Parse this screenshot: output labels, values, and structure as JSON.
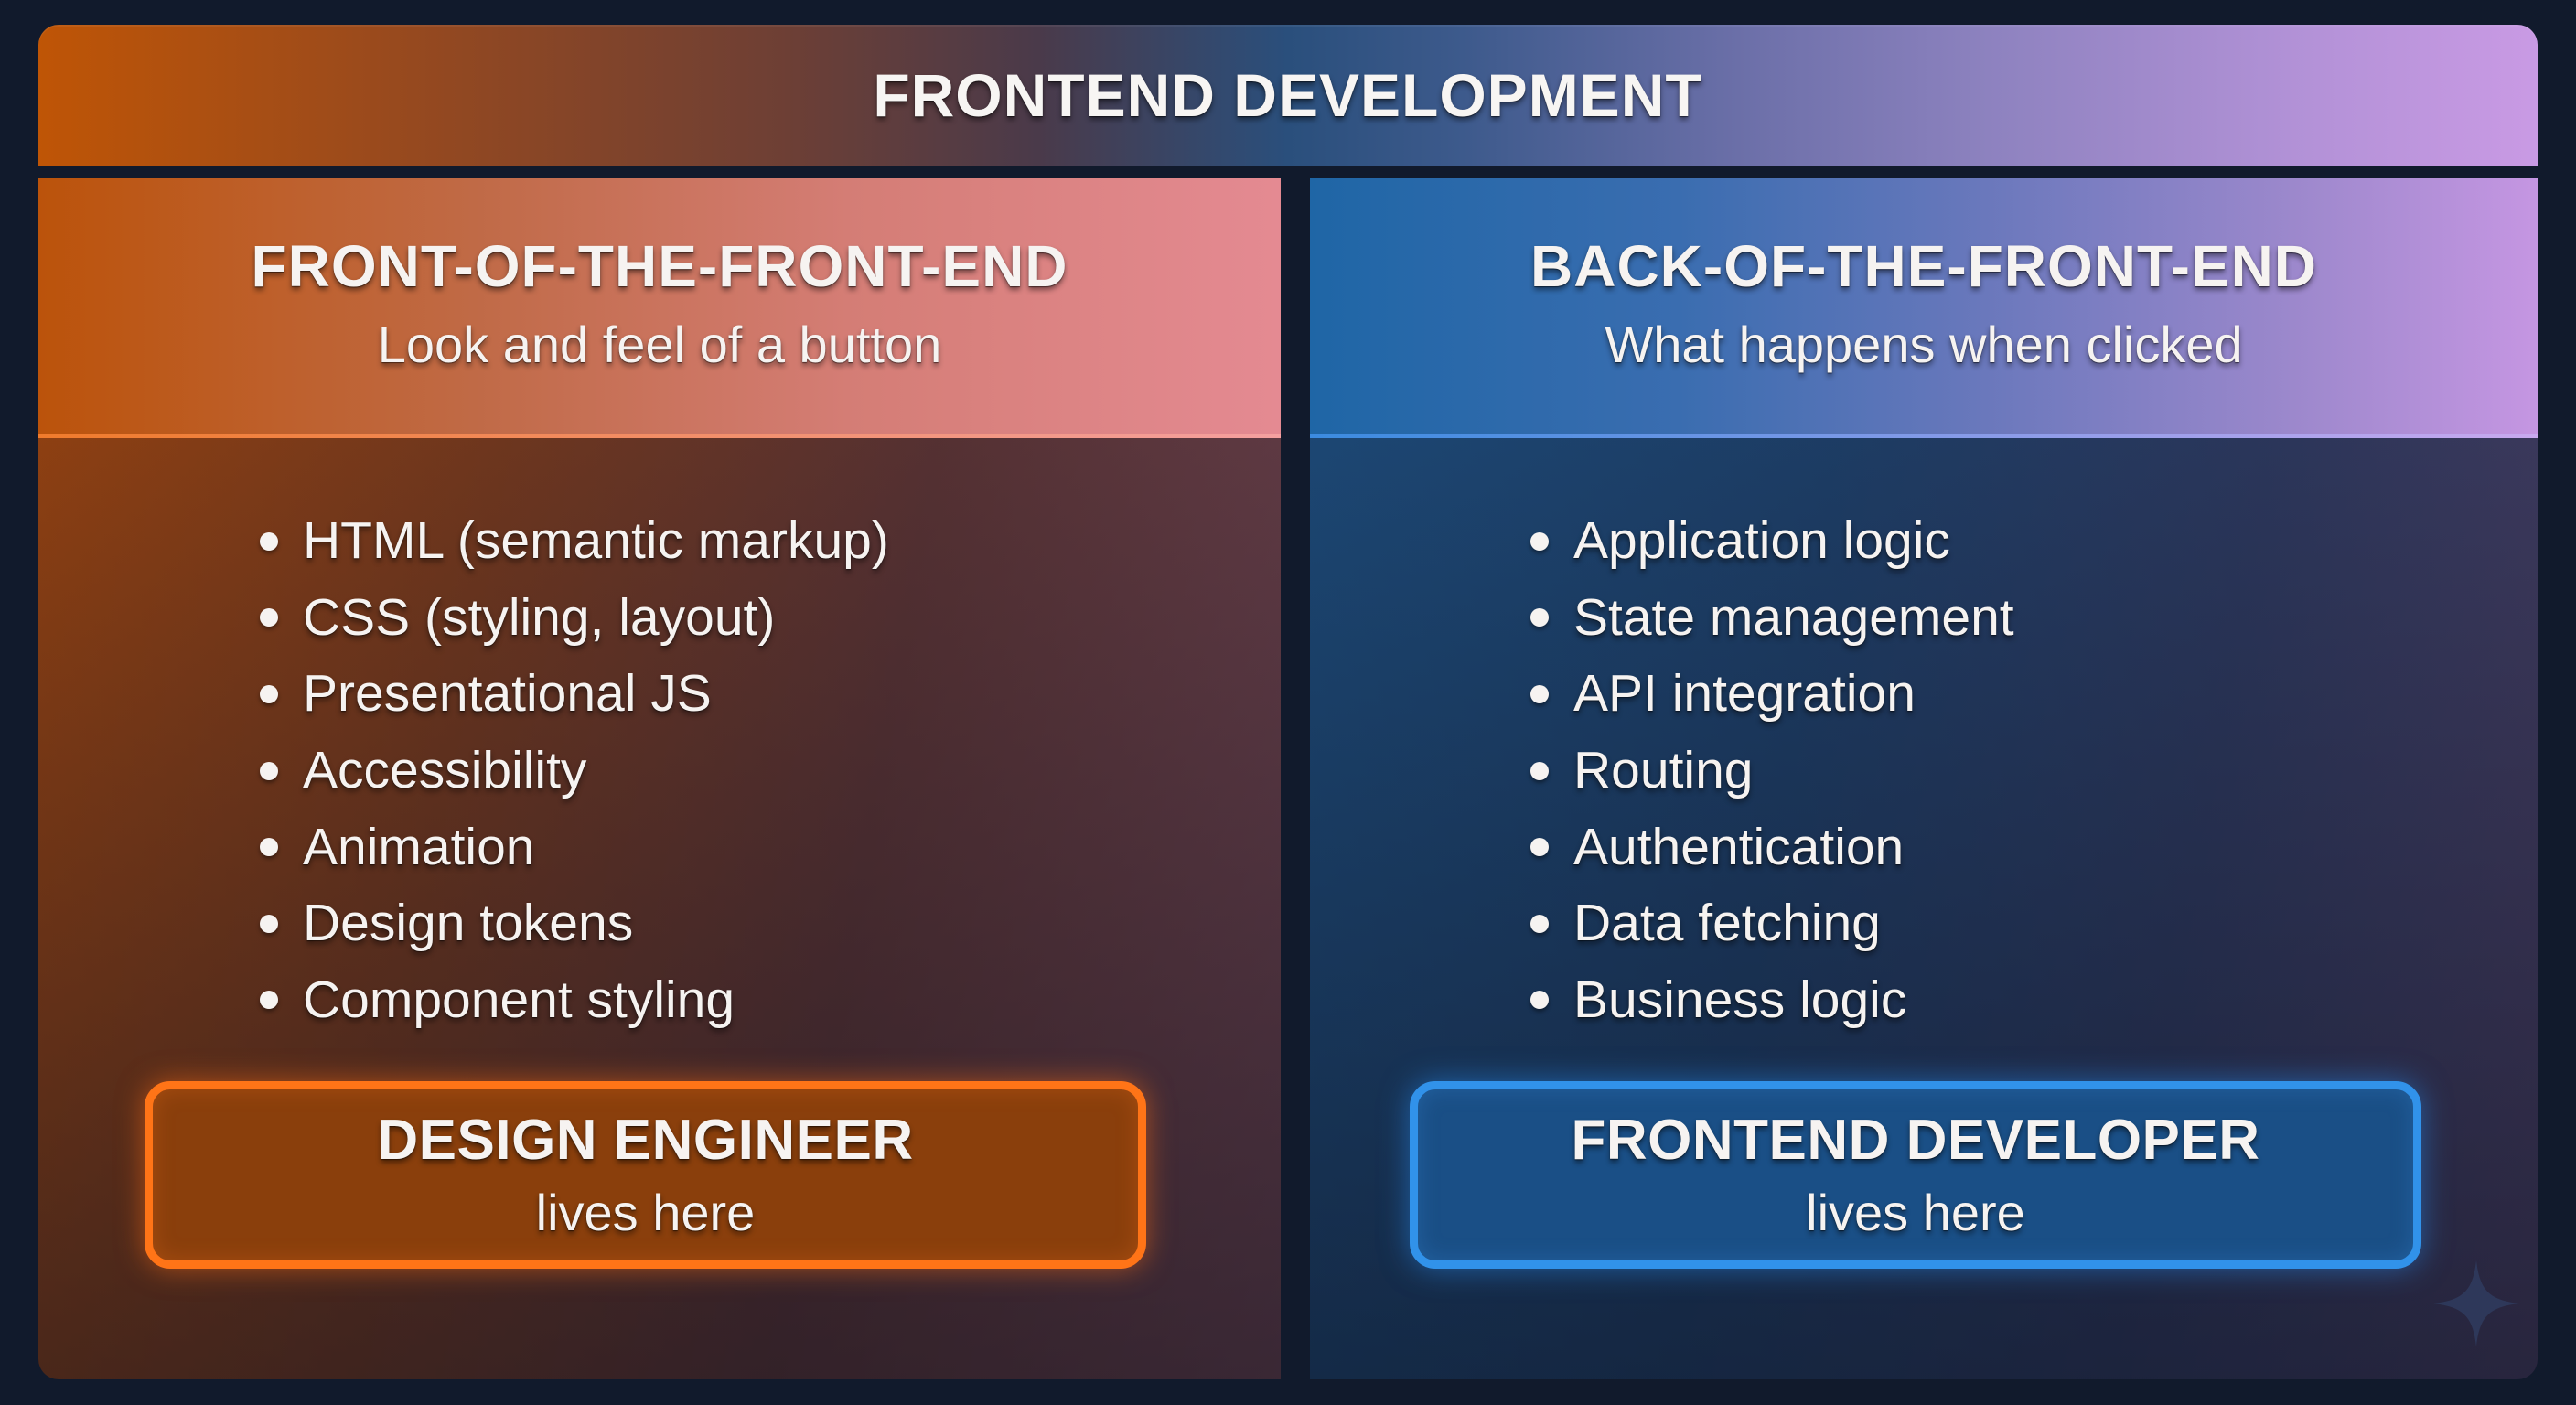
{
  "banner": {
    "title": "FRONTEND DEVELOPMENT"
  },
  "columns": [
    {
      "id": "front-of-the-front-end",
      "title": "FRONT-OF-THE-FRONT-END",
      "subtitle": "Look and feel of a button",
      "items": [
        "HTML (semantic markup)",
        "CSS (styling, layout)",
        "Presentational JS",
        "Accessibility",
        "Animation",
        "Design tokens",
        "Component styling"
      ],
      "role": {
        "title": "DESIGN ENGINEER",
        "subtitle": "lives here"
      },
      "accent": "#ff7417"
    },
    {
      "id": "back-of-the-front-end",
      "title": "BACK-OF-THE-FRONT-END",
      "subtitle": "What happens when clicked",
      "items": [
        "Application logic",
        "State management",
        "API integration",
        "Routing",
        "Authentication",
        "Data fetching",
        "Business logic"
      ],
      "role": {
        "title": "FRONTEND DEVELOPER",
        "subtitle": "lives here"
      },
      "accent": "#3192ea"
    }
  ],
  "colors": {
    "background": "#111a2c",
    "banner_left": "#bf5506",
    "banner_right": "#c99ae4",
    "left_accent": "#ff7417",
    "right_accent": "#3192ea"
  },
  "icons": {
    "watermark": "sparkle-icon"
  }
}
